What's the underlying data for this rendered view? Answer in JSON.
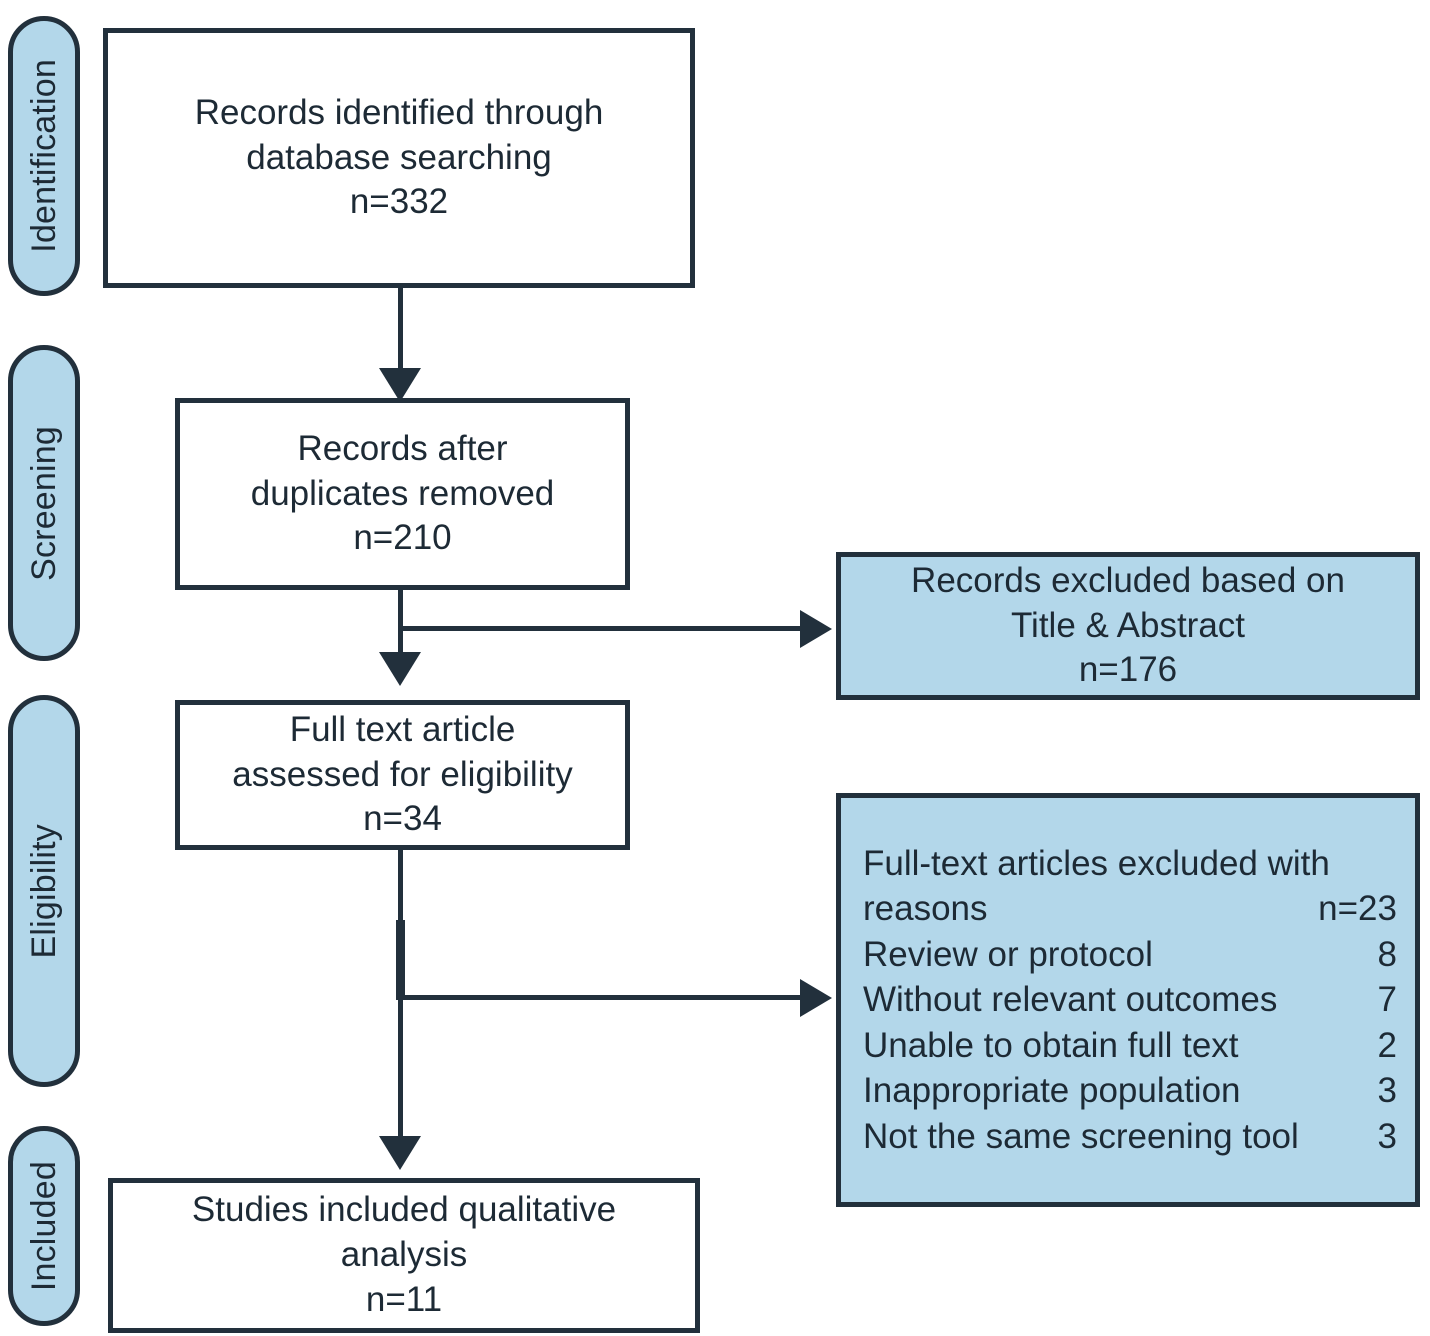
{
  "diagram": {
    "type": "prisma-flow-diagram",
    "colors": {
      "fill_blue": "#b3d7ea",
      "border_dark": "#22303c",
      "box_white": "#ffffff",
      "text": "#1d2a35"
    },
    "stages": [
      {
        "id": "identification",
        "label": "Identification"
      },
      {
        "id": "screening",
        "label": "Screening"
      },
      {
        "id": "eligibility",
        "label": "Eligibility"
      },
      {
        "id": "included",
        "label": "Included"
      }
    ],
    "boxes": {
      "identified": {
        "lines": [
          "Records identified through",
          "database searching",
          "n=332"
        ],
        "line1": "Records identified through",
        "line2": "database searching",
        "line3": "n=332",
        "count": "n=332"
      },
      "after_duplicates": {
        "line1": "Records after",
        "line2": "duplicates removed",
        "line3": "n=210",
        "count": "n=210"
      },
      "excluded_title_abstract": {
        "line1": "Records excluded based on",
        "line2": "Title & Abstract",
        "line3": "n=176",
        "count": "n=176"
      },
      "full_text_assessed": {
        "line1": "Full text article",
        "line2": "assessed for eligibility",
        "line3": "n=34",
        "count": "n=34"
      },
      "excluded_full_text": {
        "head_line1": "Full-text articles excluded with",
        "head_label": "reasons",
        "head_count": "n=23",
        "reasons": [
          {
            "label": "Review or protocol",
            "count": "8"
          },
          {
            "label": "Without relevant outcomes",
            "count": "7"
          },
          {
            "label": "Unable to obtain full text",
            "count": "2"
          },
          {
            "label": "Inappropriate population",
            "count": "3"
          },
          {
            "label": "Not the same screening tool",
            "count": "3"
          }
        ]
      },
      "included_qualitative": {
        "line1": "Studies included qualitative",
        "line2": "analysis",
        "line3": "n=11",
        "count": "n=11"
      }
    }
  }
}
